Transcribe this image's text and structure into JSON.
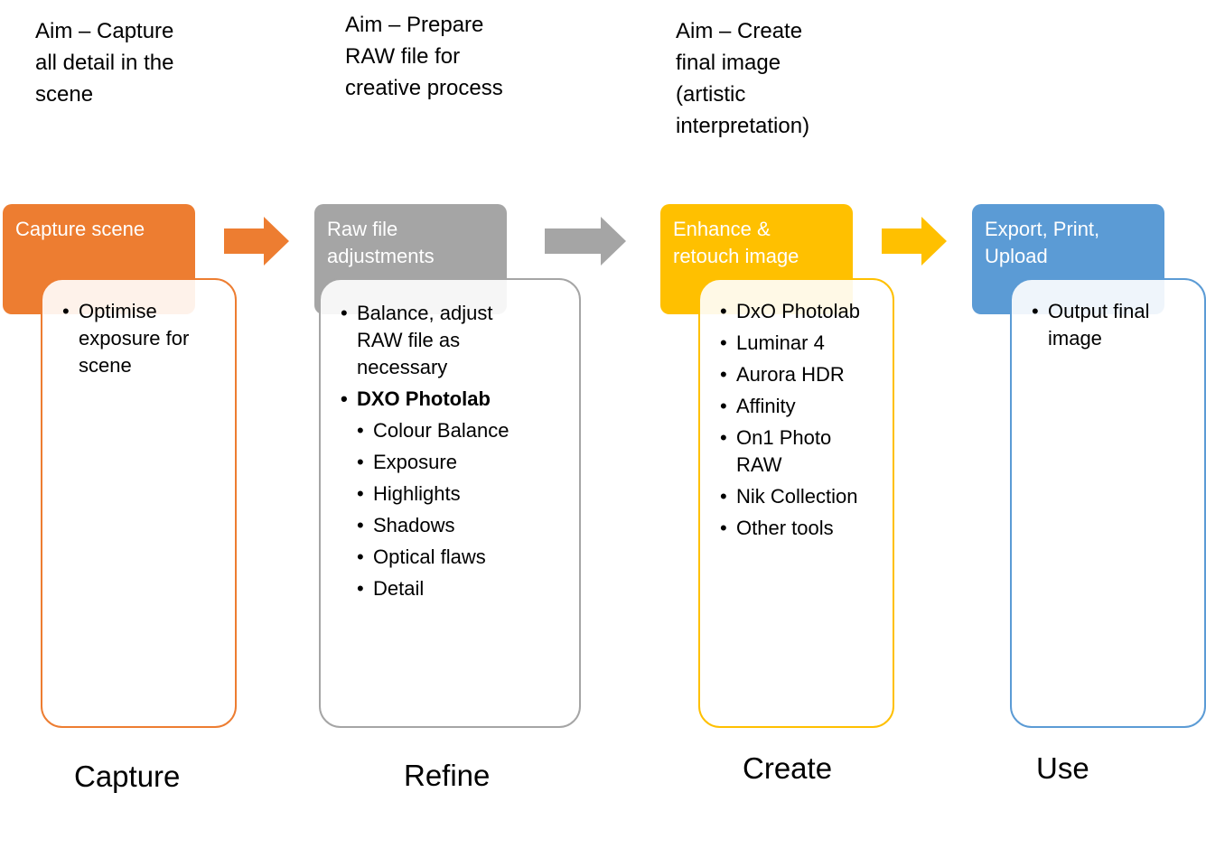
{
  "colors": {
    "capture": "#ED7D31",
    "refine": "#A5A5A5",
    "create": "#FFC000",
    "use": "#5B9BD5"
  },
  "aims": {
    "capture": "Aim – Capture\nall detail in the\nscene",
    "refine": "Aim – Prepare\nRAW file for\ncreative process",
    "create": "Aim – Create\nfinal image\n(artistic\ninterpretation)"
  },
  "headers": {
    "capture": "Capture scene",
    "refine": "Raw file\nadjustments",
    "create": "Enhance &\nretouch image",
    "use": "Export, Print,\nUpload"
  },
  "bullets": {
    "capture": [
      "Optimise exposure for scene"
    ],
    "refine": [
      "Balance, adjust RAW file as necessary",
      "DXO Photolab"
    ],
    "refine_sub": [
      "Colour Balance",
      "Exposure",
      "Highlights",
      "Shadows",
      "Optical flaws",
      "Detail"
    ],
    "create": [
      "DxO Photolab",
      "Luminar 4",
      "Aurora HDR",
      "Affinity",
      "On1 Photo RAW",
      "Nik Collection",
      "Other tools"
    ],
    "use": [
      "Output final image"
    ]
  },
  "stages": {
    "capture": "Capture",
    "refine": "Refine",
    "create": "Create",
    "use": "Use"
  }
}
